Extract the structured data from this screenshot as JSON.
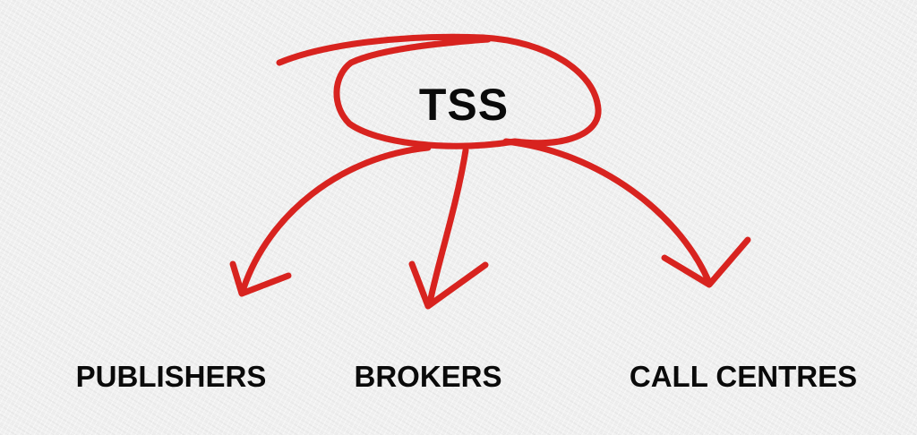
{
  "diagram": {
    "root": {
      "label": "TSS"
    },
    "targets": [
      {
        "label": "PUBLISHERS"
      },
      {
        "label": "BROKERS"
      },
      {
        "label": "CALL CENTRES"
      }
    ],
    "colors": {
      "stroke": "#d8231f",
      "text": "#0a0a0a",
      "background": "#f1f1f1"
    }
  }
}
